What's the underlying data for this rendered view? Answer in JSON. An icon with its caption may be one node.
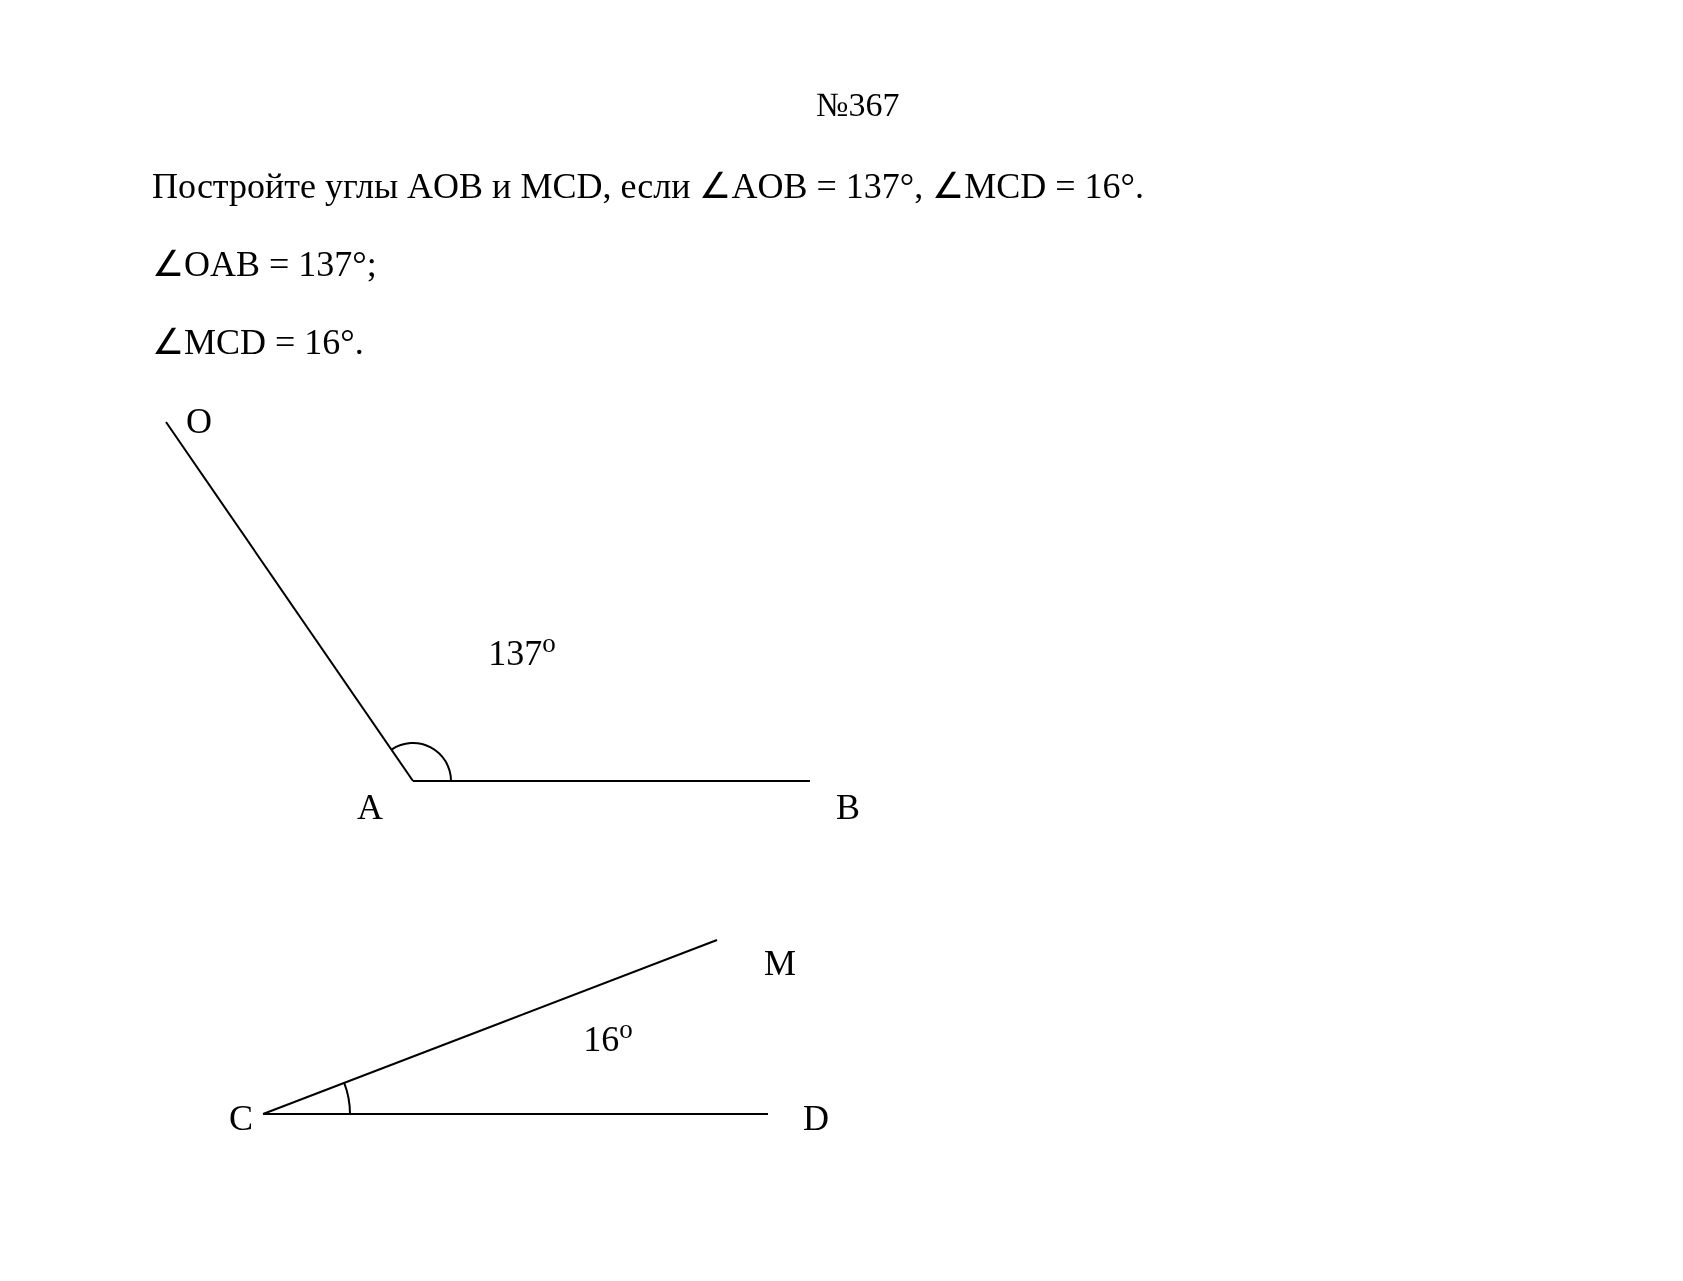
{
  "diagram": {
    "title": "№367",
    "labels": [
      "Постройте углы AOB и MCD, если ∠AOB = 137°, ∠MCD = 16°.",
      "∠OAB = 137°;",
      "∠MCD = 16°.",
      "O",
      "137$^{o}$",
      "A",
      "B",
      "M",
      "16$^{o}$",
      "C",
      "D"
    ]
  }
}
